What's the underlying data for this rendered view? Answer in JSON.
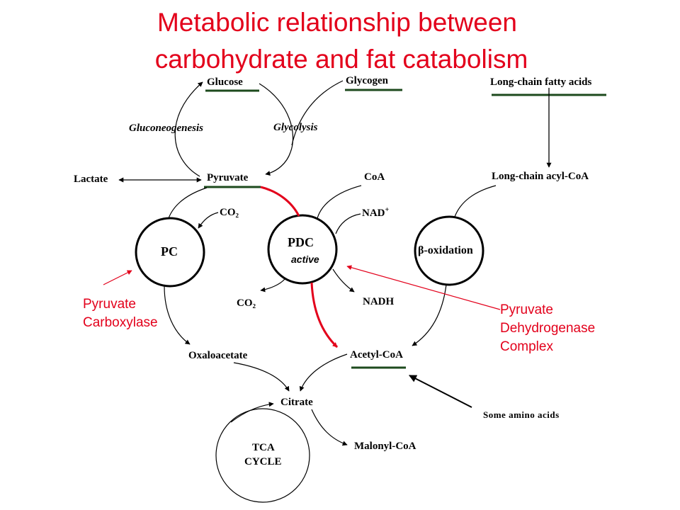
{
  "title": {
    "line1": "Metabolic relationship between",
    "line2": "carbohydrate and fat catabolism"
  },
  "colors": {
    "title": "#e3001b",
    "annotation": "#e3001b",
    "highlight_underline": "#1d4a1d",
    "pdc_path": "#e3001b",
    "arrow": "#000000"
  },
  "nodes": {
    "glucose": "Glucose",
    "glycogen": "Glycogen",
    "long_chain_fatty_acids": "Long-chain fatty acids",
    "gluconeogenesis": "Gluconeogenesis",
    "glycolysis": "Glycolysis",
    "lactate": "Lactate",
    "pyruvate": "Pyruvate",
    "coa": "CoA",
    "long_chain_acyl_coa": "Long-chain acyl-CoA",
    "co2_top": "CO₂",
    "nad_plus": "NAD",
    "nad_plus_sup": "+",
    "pc": "PC",
    "pdc": "PDC",
    "pdc_state": "active",
    "beta_oxidation": "β-oxidation",
    "co2_bottom": "CO₂",
    "nadh": "NADH",
    "oxaloacetate": "Oxaloacetate",
    "acetyl_coa": "Acetyl-CoA",
    "citrate": "Citrate",
    "tca_line1": "TCA",
    "tca_line2": "CYCLE",
    "malonyl_coa": "Malonyl-CoA",
    "some_amino_acids": "Some amino acids"
  },
  "annotations": {
    "pc_line1": "Pyruvate",
    "pc_line2": "Carboxylase",
    "pdc_line1": "Pyruvate",
    "pdc_line2": "Dehydrogenase",
    "pdc_line3": "Complex"
  }
}
